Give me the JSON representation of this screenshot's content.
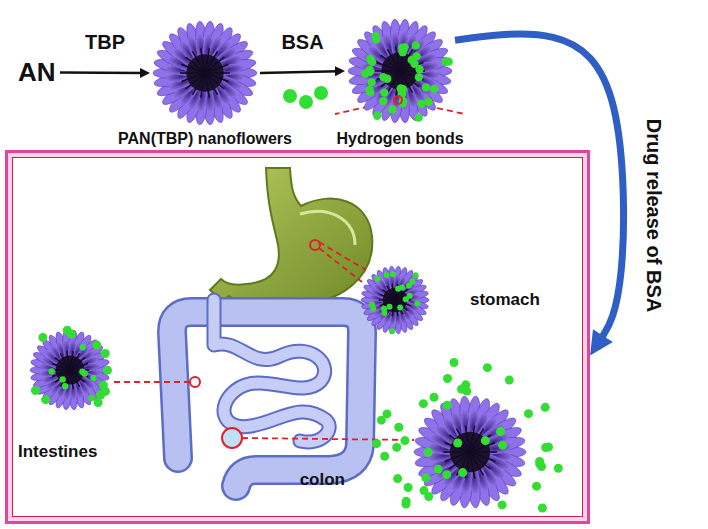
{
  "diagram": {
    "nodes": [
      {
        "text": [
          "AN"
        ]
      },
      {
        "text": [
          "PAN(TBP) nanoflowers"
        ]
      },
      {
        "text": [
          "Hydrogen bonds"
        ]
      },
      {
        "text": []
      },
      {
        "text": [
          "stomach"
        ],
        "in": 3
      },
      {
        "text": [
          "Intestines"
        ],
        "in": 3
      },
      {
        "text": [
          "colon"
        ],
        "in": 3
      }
    ],
    "edges": [
      {
        "from": 0,
        "to": 1,
        "arrow": "to",
        "label": "TBP"
      },
      {
        "from": 1,
        "to": 2,
        "arrow": "to",
        "label": "BSA"
      },
      {
        "from": 2,
        "to": 3,
        "arrow": "to",
        "label": "Drug release of BSA"
      }
    ]
  }
}
